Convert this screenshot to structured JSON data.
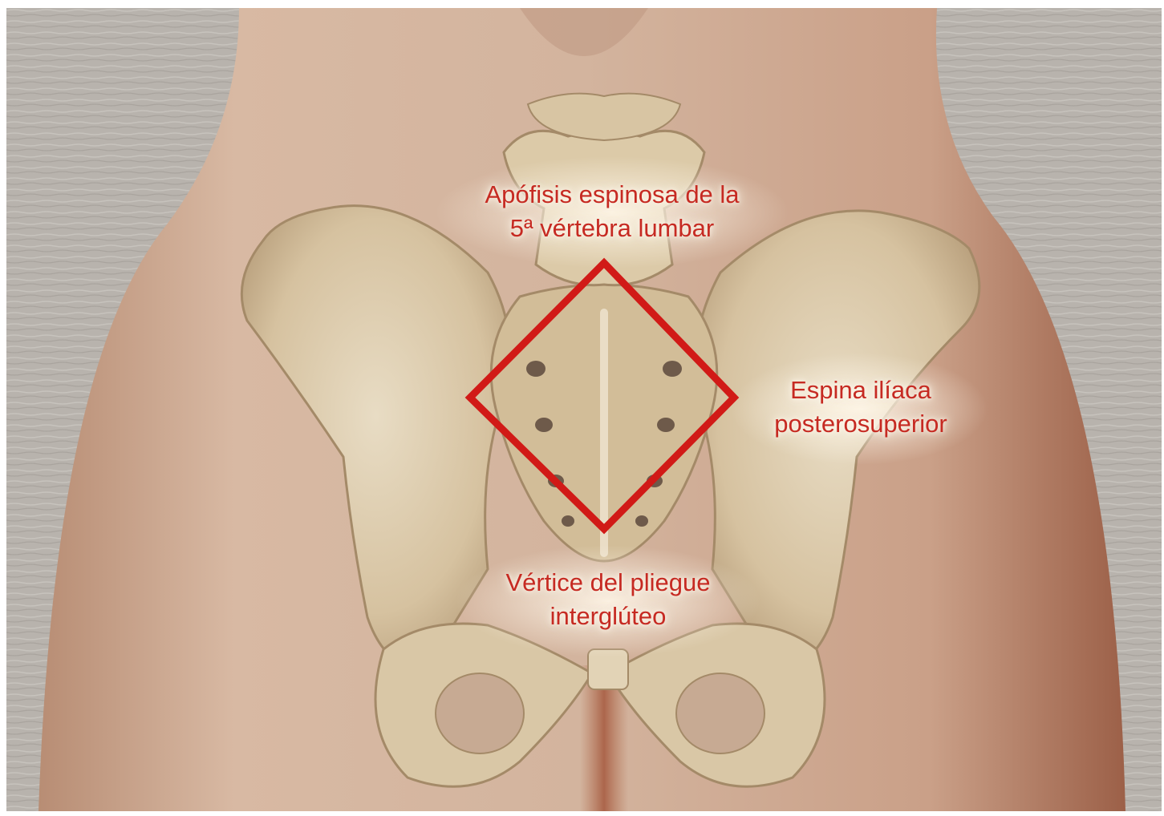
{
  "labels": {
    "spinous_process": {
      "line1": "Apófisis espinosa de la",
      "line2": "5ª vértebra lumbar"
    },
    "iliac_spine": {
      "line1": "Espina ilíaca",
      "line2": "posterosuperior"
    },
    "intergluteal_fold": {
      "line1": "Vértice del pliegue",
      "line2": "interglúteo"
    }
  },
  "colors": {
    "diamond": "#d11a17",
    "label_text": "#c62a22",
    "background": "#b9b4ae",
    "skin": "#cfa88f",
    "bone": "#d9c8a8"
  }
}
